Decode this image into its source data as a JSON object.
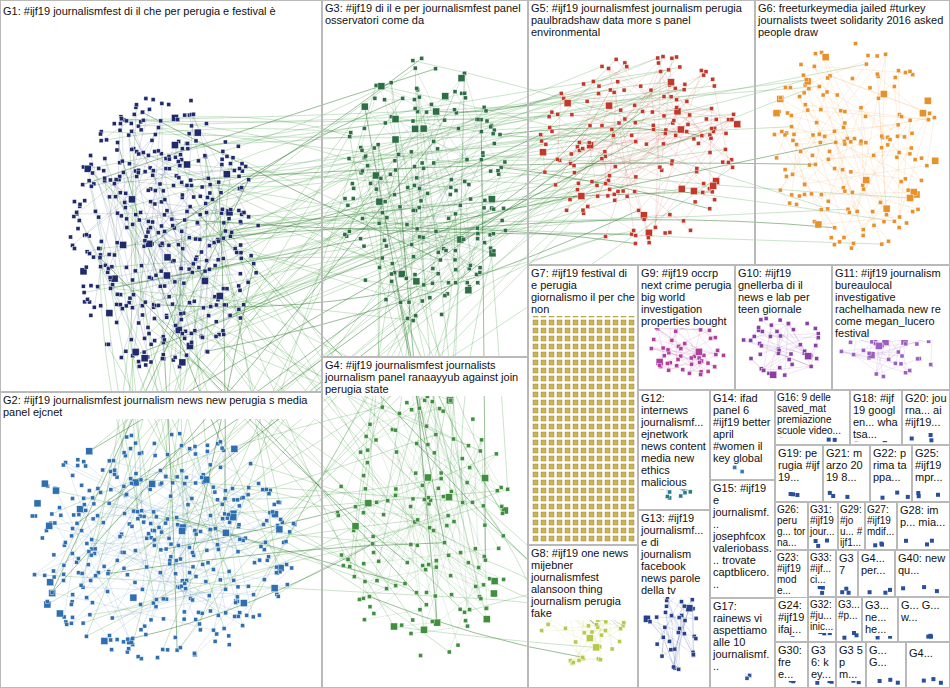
{
  "diagram": {
    "nodes": [
      {
        "text": [
          "G1: #ijf19 journalismfest di il che per perugia e festival è"
        ]
      },
      {
        "text": [
          "G2: #ijf19 journalismfest journalism news new perugia s media panel ejcnet"
        ]
      },
      {
        "text": [
          "G3: #ijf19 di il e per journalismfest panel osservatori come da"
        ]
      },
      {
        "text": [
          "G4: #ijf19 journalismfest journalists journalism panel ranaayyub against join perugia state"
        ]
      },
      {
        "text": [
          "G5: #ijf19 journalismfest journalism perugia paulbradshaw data more s panel environmental"
        ]
      },
      {
        "text": [
          "G6: freeturkeymedia jailed #turkey journalists tweet solidarity 2016 asked people draw"
        ]
      },
      {
        "text": [
          "G7: #ijf19 festival di e perugia giornalismo il per che non"
        ]
      },
      {
        "text": [
          "G8: #ijf19 one news mijebner journalismfest alansoon thing journalism perugia fake"
        ]
      },
      {
        "text": [
          "G9: #ijf19 occrp next crime perugia big world investigation properties bought"
        ]
      },
      {
        "text": [
          "G10: #ijf19 gnellerba di il news e lab per teen giornale"
        ]
      },
      {
        "text": [
          "G11: #ijf19 journalism bureaulocal investigative rachelhamada new re come megan_lucero festival"
        ]
      },
      {
        "text": [
          "G12: internews journalismf... ejnetwork news content media new ethics malicious"
        ]
      },
      {
        "text": [
          "G13: #ijf19 journalismf... e di journalism facebook news parole della tv"
        ]
      },
      {
        "text": [
          "G14: ifad panel 6 #ijf19 better april #women il key global"
        ]
      },
      {
        "text": [
          "G15: #ijf19 e journalismf... josephfcox valeriobass... trovate captblicero..."
        ]
      },
      {
        "text": [
          "G16: 9 delle saved_mat premiazione scuole video..."
        ]
      },
      {
        "text": [
          "G17: rainews vi aspettiamo alle 10 journalismf..."
        ]
      },
      {
        "text": [
          "G18: #ijf19 googlen... whatsa..."
        ]
      },
      {
        "text": [
          "G19: perugia #ijf19..."
        ]
      },
      {
        "text": [
          "G20: journa... ai #ijf19..."
        ]
      },
      {
        "text": [
          "G21: marzo 2019 8..."
        ]
      },
      {
        "text": [
          "G22: prima tappa..."
        ]
      },
      {
        "text": [
          "G23: #ijf19 mode..."
        ]
      },
      {
        "text": [
          "G24: #ijf19 ifaj..."
        ]
      },
      {
        "text": [
          "G25: #ijf19 mpr..."
        ]
      },
      {
        "text": [
          "G26: perug... torna..."
        ]
      },
      {
        "text": [
          "G27: #ijf19 mdif..."
        ]
      },
      {
        "text": [
          "G28: imp... mia..."
        ]
      },
      {
        "text": [
          "G29: #jou... #ijf1..."
        ]
      },
      {
        "text": [
          "G30: free..."
        ]
      },
      {
        "text": [
          "G31: #ijf19 jour..."
        ]
      },
      {
        "text": [
          "G32: #ju... inic..."
        ]
      },
      {
        "text": [
          "G33: #ijf... ci..."
        ]
      },
      {
        "text": [
          "G36: key..."
        ]
      },
      {
        "text": [
          "G37"
        ]
      },
      {
        "text": [
          "G4... per..."
        ]
      },
      {
        "text": [
          "G40: new qu..."
        ]
      },
      {
        "text": [
          "G3... #p..."
        ]
      },
      {
        "text": [
          "G3... ne... he..."
        ]
      },
      {
        "text": [
          "G... G... w..."
        ]
      },
      {
        "text": [
          "G3 5pm..."
        ]
      },
      {
        "text": [
          "G... G..."
        ]
      },
      {
        "text": [
          "G4..."
        ]
      }
    ]
  }
}
